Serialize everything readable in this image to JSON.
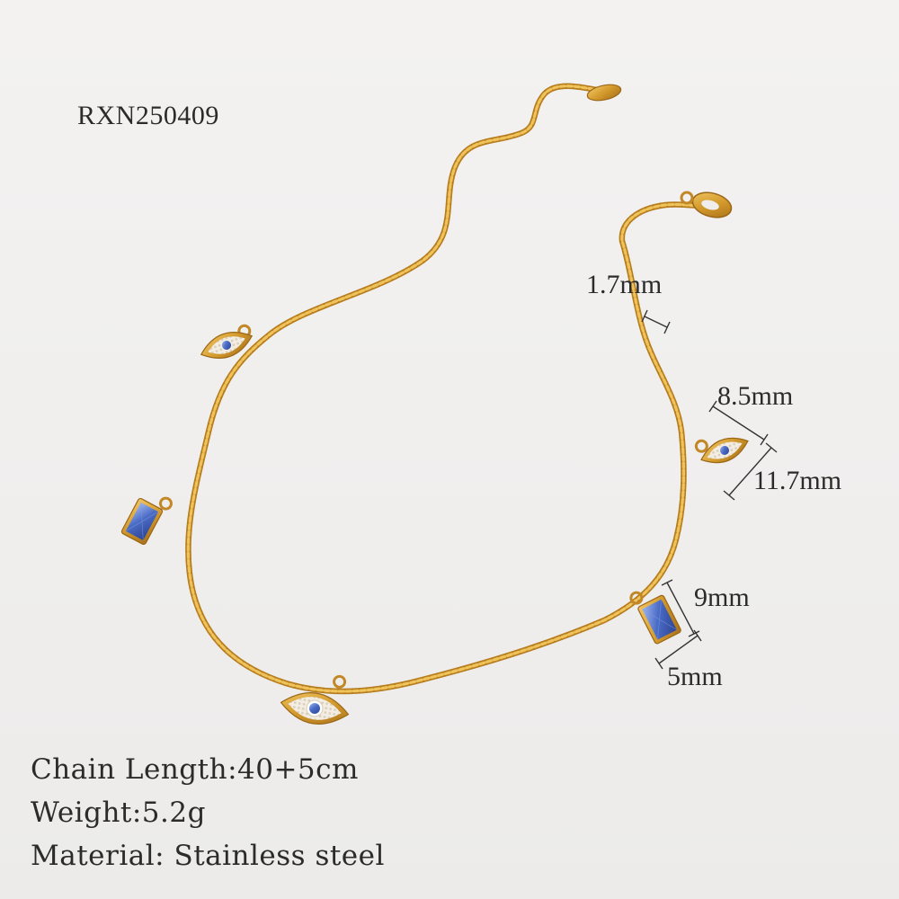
{
  "product": {
    "code": "RXN250409"
  },
  "dimensions": {
    "chain_thickness": "1.7mm",
    "eye_width": "8.5mm",
    "eye_height": "11.7mm",
    "rect_height": "9mm",
    "rect_width": "5mm"
  },
  "specs": {
    "chain_length": "Chain Length:40+5cm",
    "weight": "Weight:5.2g",
    "material": "Material: Stainless steel"
  },
  "colors": {
    "background": "#f1f0ef",
    "gold": "#d39a2c",
    "gold_dark": "#a8701a",
    "blue_stone": "#3e5fb8",
    "crystal": "#f4efe6"
  },
  "charms": [
    "evil-eye",
    "blue-rectangle",
    "evil-eye",
    "evil-eye",
    "blue-rectangle"
  ]
}
